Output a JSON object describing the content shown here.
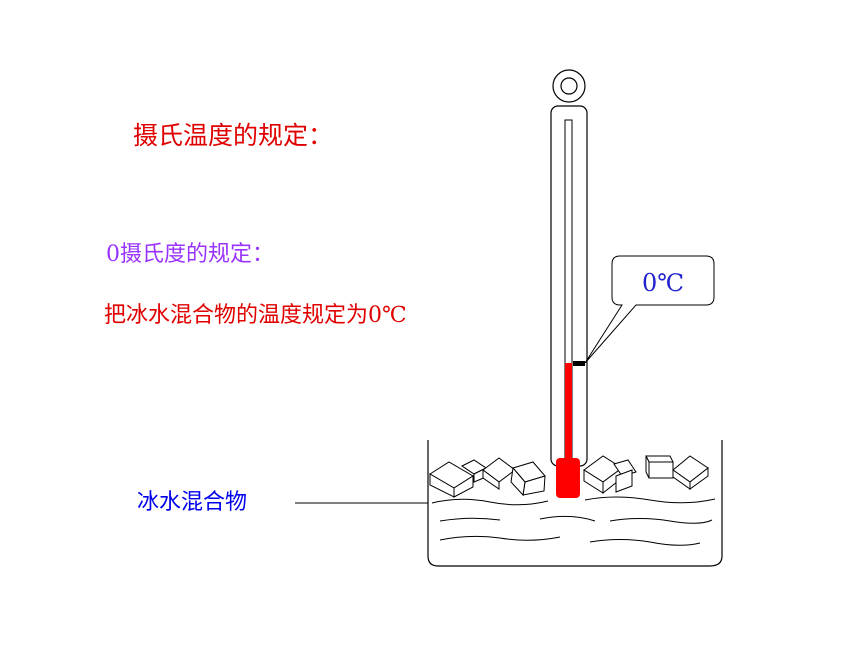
{
  "title": "摄氏温度的规定：",
  "zero_heading": "0摄氏度的规定：",
  "zero_rule": "把冰水混合物的温度规定为0℃",
  "thermometer_callout": "0℃",
  "mixture_label": "冰水混合物",
  "colors": {
    "title": "#e00000",
    "zero_heading": "#9933ff",
    "zero_rule": "#e00000",
    "mixture_label": "#0000ee",
    "liquid": "#ff0000",
    "outline": "#000000"
  }
}
